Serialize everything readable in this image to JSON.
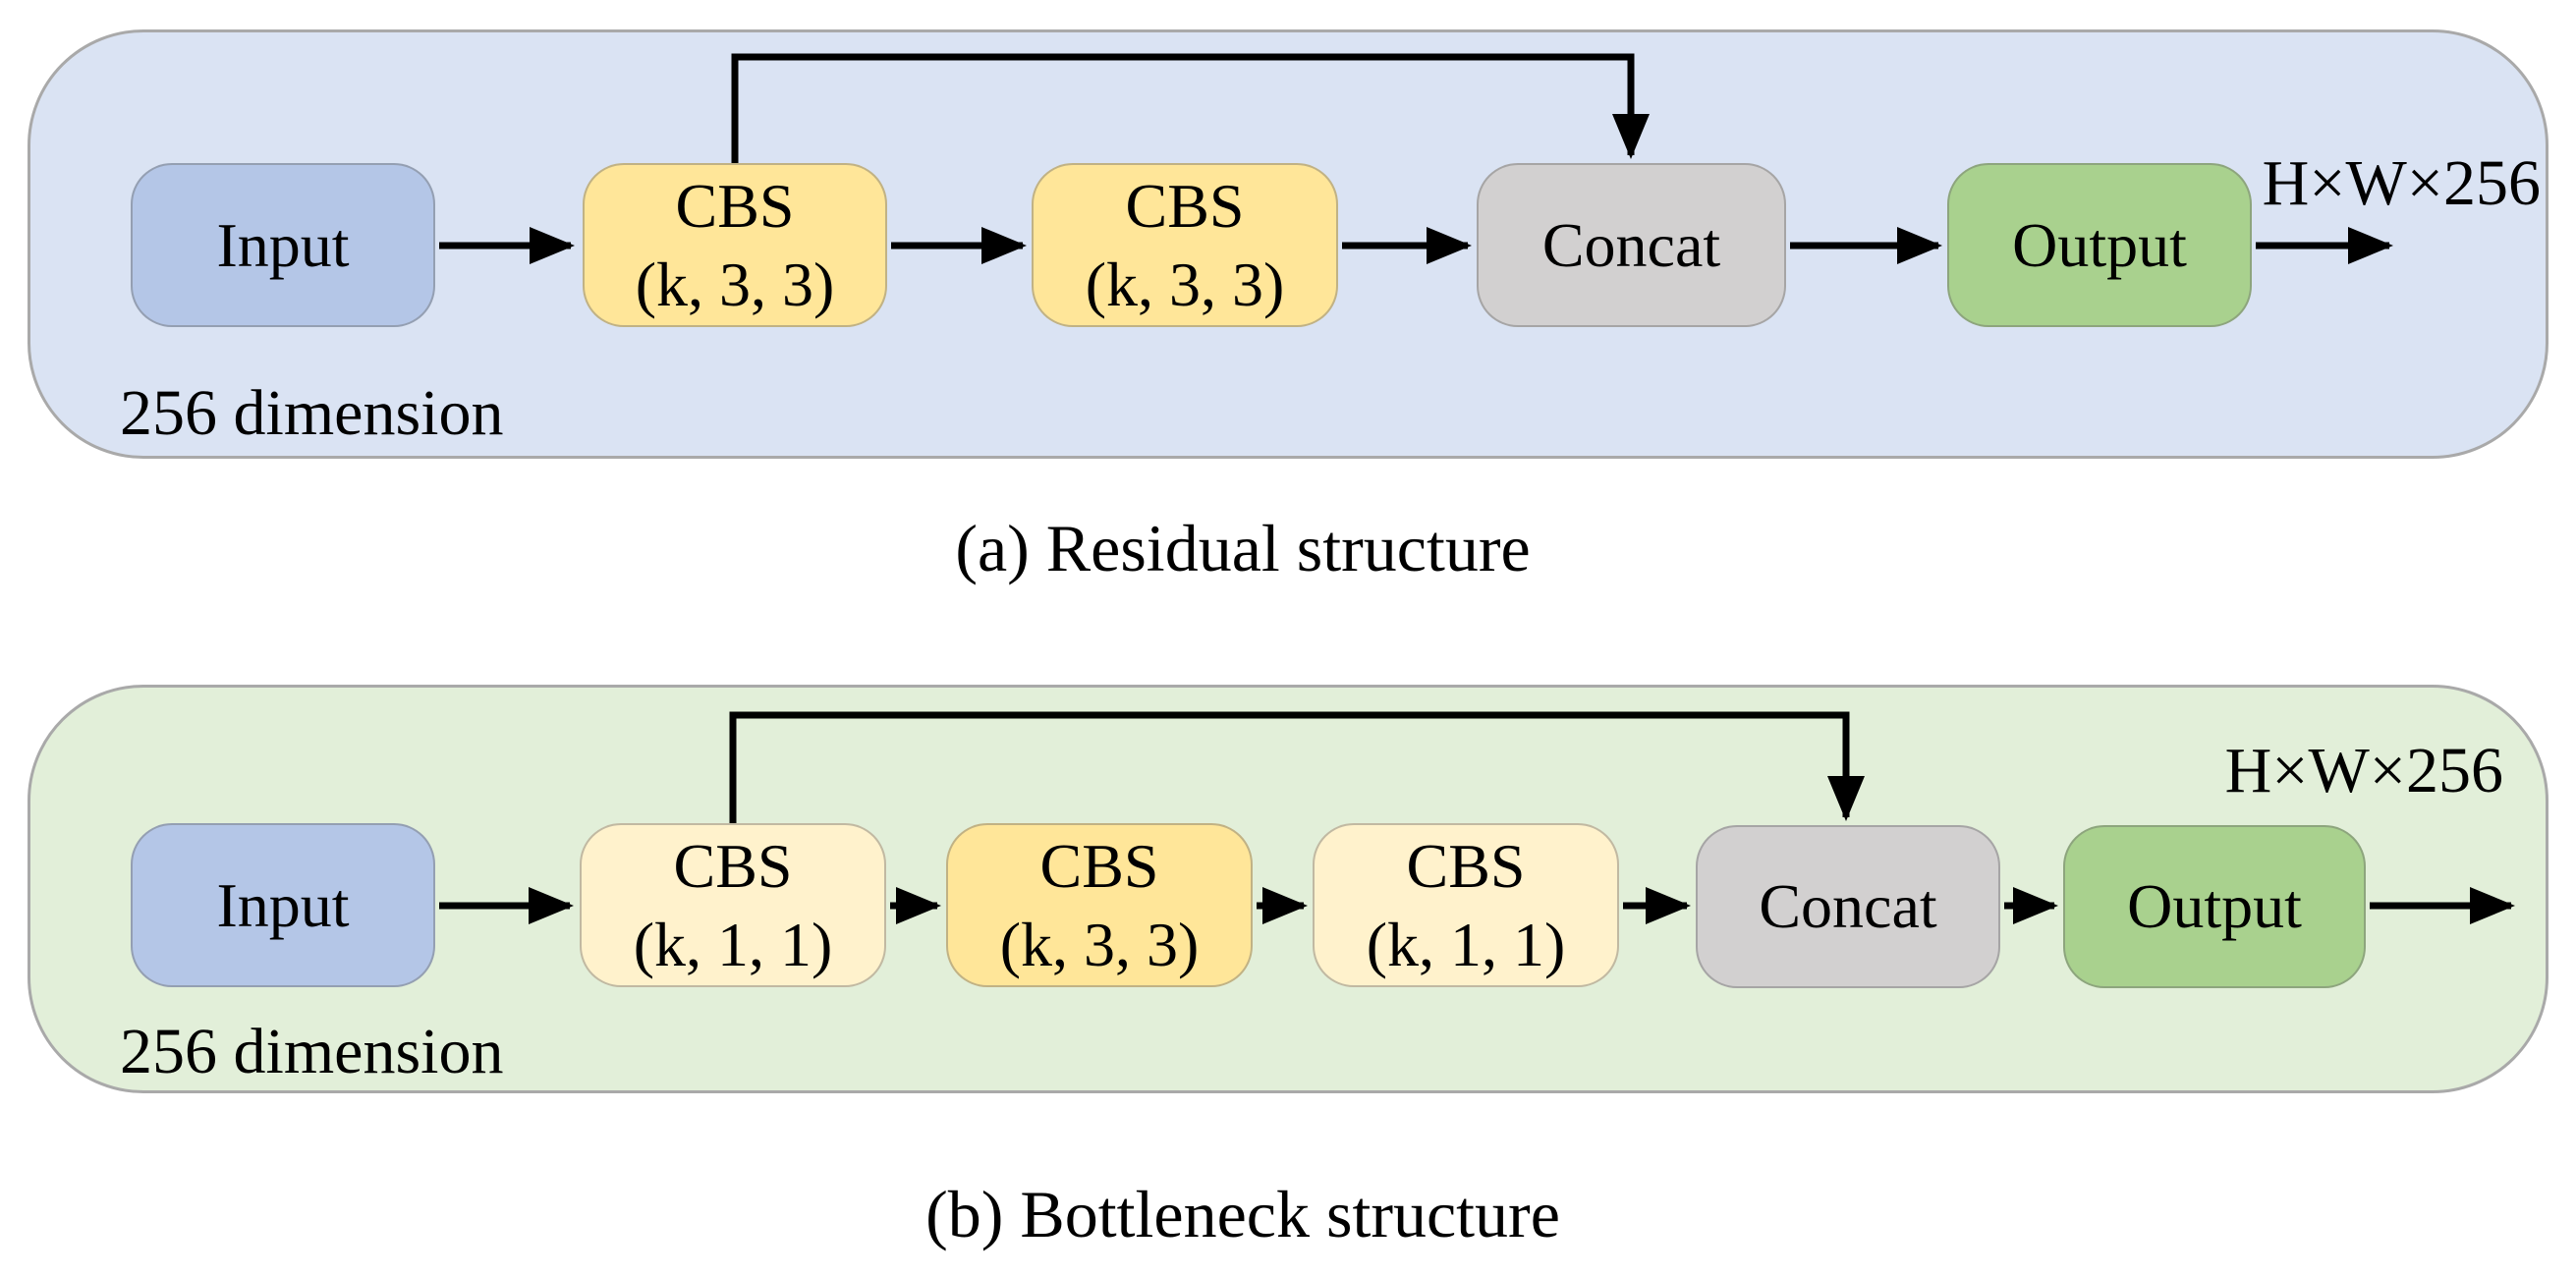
{
  "colors": {
    "panel_a_bg": "#dae3f3",
    "panel_b_bg": "#e2efd9",
    "input_fill": "#b4c6e7",
    "cbs_fill": "#ffe699",
    "cbs_light_fill": "#fff2cc",
    "concat_fill": "#d2d0d0",
    "output_fill": "#a9d18e",
    "connector": "#000000"
  },
  "panels": [
    {
      "caption": "(a) Residual structure",
      "dimension_label": "256 dimension",
      "output_shape": "H×W×256",
      "nodes": [
        {
          "label": "Input"
        },
        {
          "label": "CBS",
          "sublabel": "(k, 3, 3)"
        },
        {
          "label": "CBS",
          "sublabel": "(k, 3, 3)"
        },
        {
          "label": "Concat"
        },
        {
          "label": "Output"
        }
      ]
    },
    {
      "caption": "(b) Bottleneck structure",
      "dimension_label": "256 dimension",
      "output_shape": "H×W×256",
      "nodes": [
        {
          "label": "Input"
        },
        {
          "label": "CBS",
          "sublabel": "(k, 1, 1)"
        },
        {
          "label": "CBS",
          "sublabel": "(k, 3, 3)"
        },
        {
          "label": "CBS",
          "sublabel": "(k, 1, 1)"
        },
        {
          "label": "Concat"
        },
        {
          "label": "Output"
        }
      ]
    }
  ]
}
